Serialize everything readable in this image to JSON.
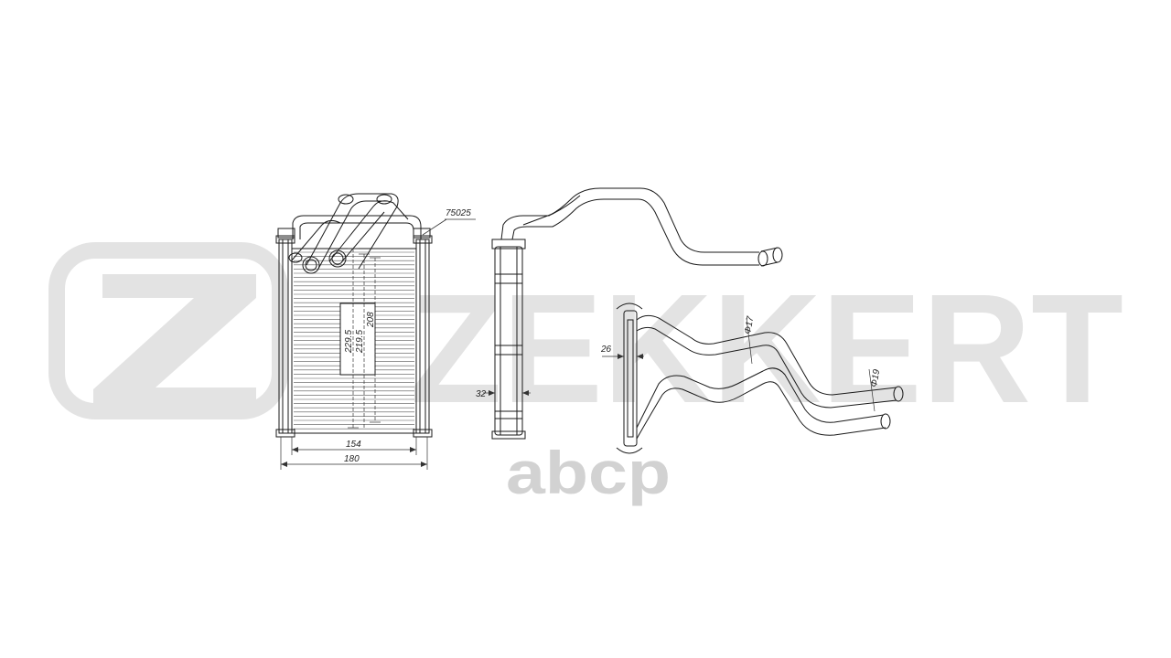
{
  "watermark": {
    "brand": "ZEKKERT",
    "logo_letter": "Z",
    "color": "#e3e3e3"
  },
  "seller_logo": {
    "text": "abcp",
    "color": "#d2d2d2"
  },
  "colors": {
    "line": "#1a1a1a",
    "dimension": "#333333"
  },
  "part": {
    "code": "75025",
    "dimensions": {
      "core_height_outer": "229.5",
      "core_height_mid": "219.5",
      "core_height_inner": "208",
      "core_width": "154",
      "overall_width": "180",
      "thickness": "32",
      "tank_depth": "26",
      "pipe_diameter_small": "Φ17",
      "pipe_diameter_large": "Φ19"
    }
  }
}
